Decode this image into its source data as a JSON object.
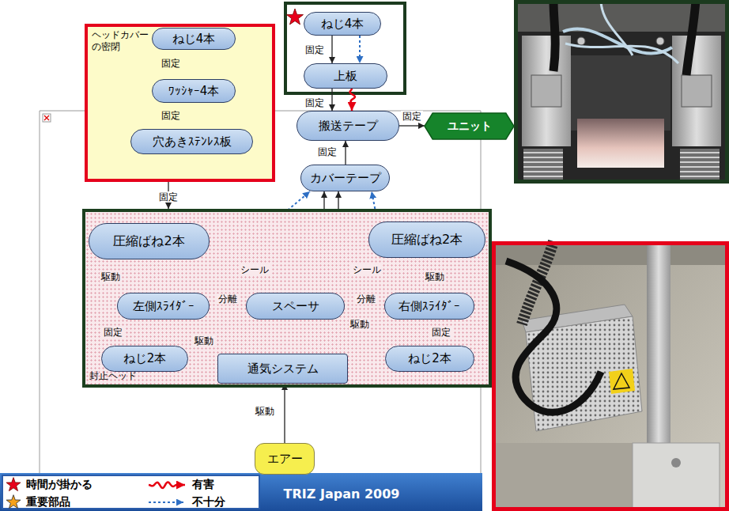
{
  "diagram": {
    "nodes": [
      {
        "text": [
          "ヘッドカバーの密閉"
        ]
      },
      {
        "text": [
          "ねじ4本"
        ],
        "in": 0
      },
      {
        "text": [
          "ﾜｯｼｬｰ4本"
        ],
        "in": 0
      },
      {
        "text": [
          "穴あきｽﾃﾝﾚｽ板"
        ],
        "in": 0
      },
      {
        "text": [
          "ねじ4本"
        ]
      },
      {
        "text": [
          "上板"
        ]
      },
      {
        "text": [
          "搬送テープ"
        ]
      },
      {
        "text": [
          "ユニット"
        ]
      },
      {
        "text": [
          "カバーテープ"
        ]
      },
      {
        "text": [
          "封止ヘッド"
        ]
      },
      {
        "text": [
          "圧縮ばね2本"
        ],
        "in": 9
      },
      {
        "text": [
          "圧縮ばね2本"
        ],
        "in": 9
      },
      {
        "text": [
          "左側ｽﾗｲﾀﾞｰ"
        ],
        "in": 9
      },
      {
        "text": [
          "スペーサ"
        ],
        "in": 9
      },
      {
        "text": [
          "右側ｽﾗｲﾀﾞｰ"
        ],
        "in": 9
      },
      {
        "text": [
          "ねじ2本"
        ],
        "in": 9
      },
      {
        "text": [
          "通気システム"
        ],
        "in": 9
      },
      {
        "text": [
          "ねじ2本"
        ],
        "in": 9
      },
      {
        "text": [
          "エアー"
        ]
      }
    ],
    "edges": [
      {
        "from": 1,
        "to": 2,
        "arrow": "to",
        "label": "固定"
      },
      {
        "from": 1,
        "to": 2,
        "arrow": "to"
      },
      {
        "from": 2,
        "to": 3,
        "arrow": "to",
        "label": "固定"
      },
      {
        "from": 2,
        "to": 3,
        "arrow": "to"
      },
      {
        "from": 0,
        "to": 9,
        "arrow": "to",
        "label": "固定"
      },
      {
        "from": 4,
        "to": 5,
        "arrow": "to",
        "label": "固定"
      },
      {
        "from": 4,
        "to": 5,
        "arrow": "to"
      },
      {
        "from": 5,
        "to": 6,
        "arrow": "to",
        "label": "固定"
      },
      {
        "from": 5,
        "to": 6,
        "arrow": "to"
      },
      {
        "from": 6,
        "to": 7,
        "arrow": "to",
        "label": "固定"
      },
      {
        "from": 8,
        "to": 6,
        "arrow": "to",
        "label": "固定"
      },
      {
        "from": 12,
        "to": 8,
        "arrow": "to",
        "label": "シール"
      },
      {
        "from": 14,
        "to": 8,
        "arrow": "to",
        "label": "シール"
      },
      {
        "from": 12,
        "to": 8,
        "arrow": "to"
      },
      {
        "from": 14,
        "to": 8,
        "arrow": "to"
      },
      {
        "from": 10,
        "to": 12,
        "arrow": "to",
        "label": "駆動"
      },
      {
        "from": 11,
        "to": 14,
        "arrow": "to",
        "label": "駆動"
      },
      {
        "from": 13,
        "to": 12,
        "arrow": "to",
        "label": "分離"
      },
      {
        "from": 13,
        "to": 14,
        "arrow": "to",
        "label": "分離"
      },
      {
        "from": 16,
        "to": 12,
        "arrow": "to",
        "label": "駆動"
      },
      {
        "from": 16,
        "to": 12,
        "arrow": "to"
      },
      {
        "from": 16,
        "to": 14,
        "arrow": "to",
        "label": "駆動"
      },
      {
        "from": 16,
        "to": 14,
        "arrow": "to"
      },
      {
        "from": 15,
        "to": 12,
        "arrow": "to",
        "label": "固定"
      },
      {
        "from": 17,
        "to": 14,
        "arrow": "to",
        "label": "固定"
      },
      {
        "from": 18,
        "to": 16,
        "arrow": "to",
        "label": "駆動"
      }
    ],
    "labels": [
      "TRIZ Japan 2009"
    ],
    "legend": [
      {
        "text": "時間が掛かる"
      },
      {
        "text": "有害"
      },
      {
        "text": "重要部品"
      },
      {
        "text": "不十分"
      }
    ]
  }
}
